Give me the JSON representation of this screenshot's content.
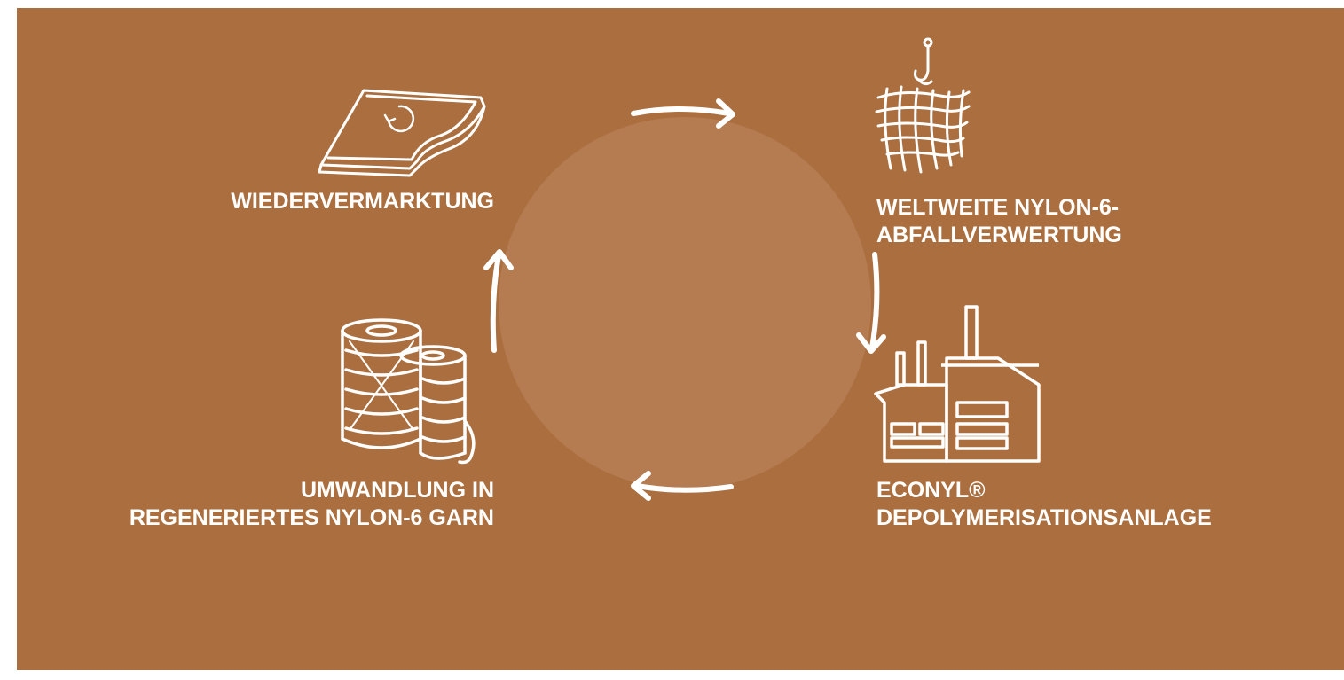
{
  "colors": {
    "background": "#ab6f3f",
    "center_circle": "#b57c52",
    "foreground": "#ffffff"
  },
  "steps": [
    {
      "id": "remarketing",
      "icon": "rug-recycle-icon",
      "lines": [
        "WIEDERVERMARKTUNG"
      ]
    },
    {
      "id": "waste-collection",
      "icon": "fishing-net-icon",
      "lines": [
        "WELTWEITE NYLON-6-",
        "ABFALLVERWERTUNG"
      ]
    },
    {
      "id": "depolymerisation",
      "icon": "factory-icon",
      "lines": [
        "ECONYL®",
        "DEPOLYMERISATIONSANLAGE"
      ]
    },
    {
      "id": "yarn",
      "icon": "yarn-spools-icon",
      "lines": [
        "UMWANDLUNG IN",
        "REGENERIERTES NYLON-6 GARN"
      ]
    }
  ]
}
